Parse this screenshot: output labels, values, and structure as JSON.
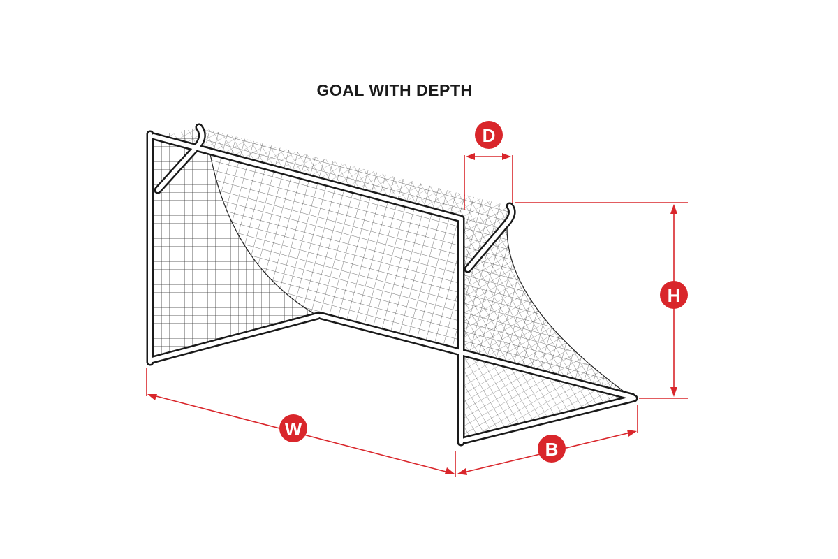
{
  "title": "GOAL WITH DEPTH",
  "dimensions": {
    "depth": "D",
    "height": "H",
    "width": "W",
    "base": "B"
  },
  "colors": {
    "accent": "#d9262b",
    "frame": "#1a1a1a"
  }
}
